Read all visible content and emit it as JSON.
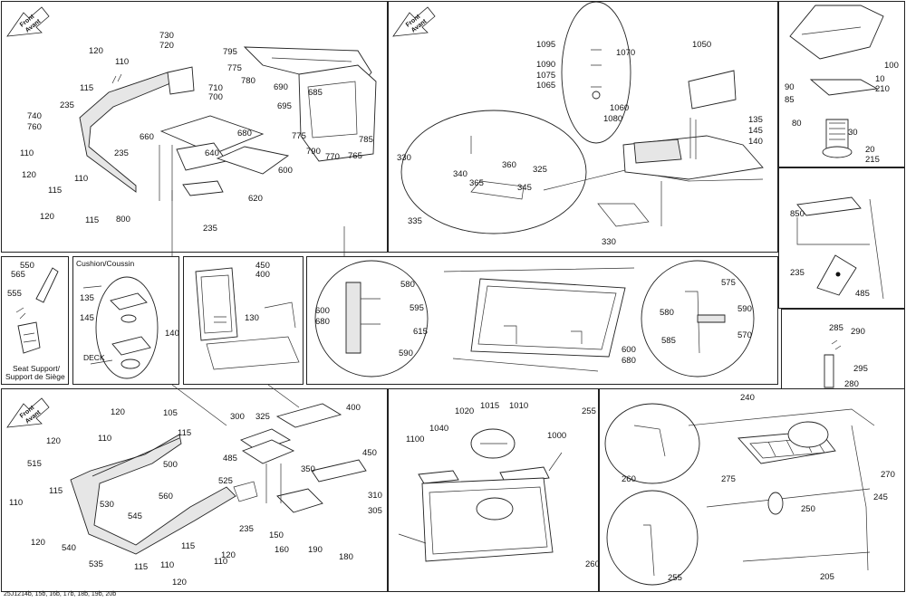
{
  "footer_code": "25J1214b, 15b, 16b, 17b, 18b, 19b, 20b",
  "front_label_1": "Front",
  "front_label_2": "Avant",
  "captions": {
    "cushion": "Cushion/Coussin",
    "deck": "DECK",
    "seat_support_1": "Seat Support/",
    "seat_support_2": "Support de Siège"
  },
  "panels": {
    "p1": [
      "730",
      "720",
      "120",
      "110",
      "795",
      "775",
      "780",
      "690",
      "685",
      "710",
      "700",
      "115",
      "235",
      "740",
      "760",
      "695",
      "775",
      "790",
      "770",
      "765",
      "785",
      "110",
      "120",
      "660",
      "680",
      "640",
      "235",
      "600",
      "115",
      "620",
      "110",
      "120",
      "115",
      "800",
      "235"
    ],
    "p2": [
      "1095",
      "1070",
      "1090",
      "1075",
      "1065",
      "1060",
      "1080",
      "1050",
      "330",
      "360",
      "325",
      "340",
      "365",
      "345",
      "335",
      "330",
      "135",
      "145",
      "140"
    ],
    "p3": [
      "100",
      "90",
      "85",
      "10",
      "210",
      "80",
      "30",
      "20",
      "215"
    ],
    "p4": [
      "850",
      "235",
      "485"
    ],
    "p5": [
      "550",
      "565",
      "555"
    ],
    "p6": [
      "135",
      "145",
      "140"
    ],
    "p7": [
      "450",
      "400",
      "130"
    ],
    "p8": [
      "580",
      "595",
      "615",
      "590",
      "600",
      "680",
      "575",
      "590",
      "580",
      "585",
      "570",
      "600",
      "680"
    ],
    "p9": [
      "285",
      "290",
      "295",
      "280"
    ],
    "p10": [
      "120",
      "105",
      "115",
      "120",
      "110",
      "500",
      "515",
      "115",
      "110",
      "530",
      "120",
      "540",
      "535",
      "545",
      "560",
      "485",
      "525",
      "235",
      "115",
      "110",
      "120",
      "115",
      "110",
      "120",
      "300",
      "325",
      "400",
      "350",
      "450",
      "310",
      "305",
      "150",
      "160",
      "190",
      "180"
    ],
    "p11": [
      "1015",
      "1010",
      "1020",
      "1040",
      "1100",
      "1000"
    ],
    "p12": [
      "240",
      "255",
      "260",
      "275",
      "270",
      "245",
      "250",
      "260",
      "255",
      "205"
    ]
  }
}
